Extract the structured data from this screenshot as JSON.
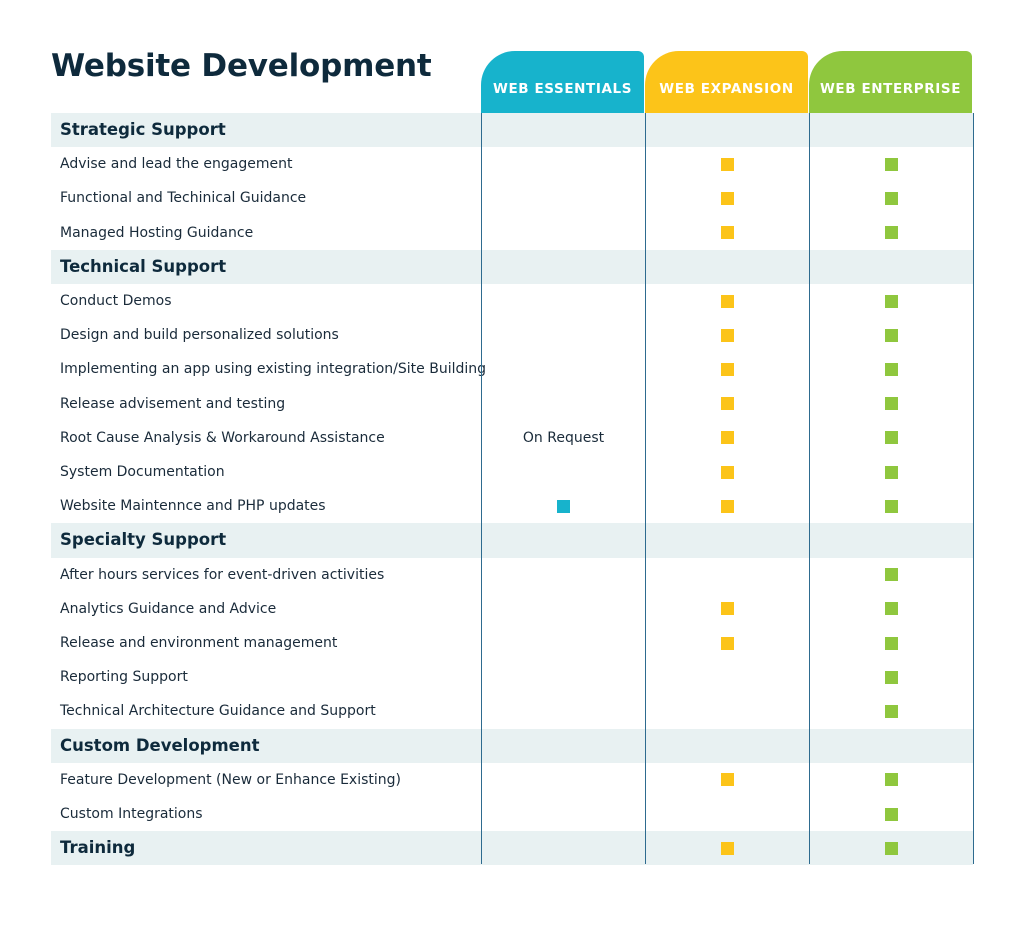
{
  "title": "Website Development",
  "colors": {
    "essentials": "#17b3cc",
    "expansion": "#fcc419",
    "enterprise": "#8fc73e",
    "section_background": "#e8f1f2"
  },
  "plans": [
    {
      "key": "essentials",
      "label": "WEB ESSENTIALS"
    },
    {
      "key": "expansion",
      "label": "WEB EXPANSION"
    },
    {
      "key": "enterprise",
      "label": "WEB ENTERPRISE"
    }
  ],
  "rows": [
    {
      "type": "section",
      "label": "Strategic Support",
      "cells": [
        null,
        null,
        null
      ]
    },
    {
      "type": "item",
      "label": "Advise and lead the engagement",
      "cells": [
        null,
        "check",
        "check"
      ]
    },
    {
      "type": "item",
      "label": "Functional and Techinical Guidance",
      "cells": [
        null,
        "check",
        "check"
      ]
    },
    {
      "type": "item",
      "label": "Managed Hosting Guidance",
      "cells": [
        null,
        "check",
        "check"
      ]
    },
    {
      "type": "section",
      "label": "Technical Support",
      "cells": [
        null,
        null,
        null
      ]
    },
    {
      "type": "item",
      "label": "Conduct Demos",
      "cells": [
        null,
        "check",
        "check"
      ]
    },
    {
      "type": "item",
      "label": "Design and build personalized solutions",
      "cells": [
        null,
        "check",
        "check"
      ]
    },
    {
      "type": "item",
      "label": "Implementing an app using existing integration/Site Building",
      "cells": [
        null,
        "check",
        "check"
      ]
    },
    {
      "type": "item",
      "label": "Release advisement and testing",
      "cells": [
        null,
        "check",
        "check"
      ]
    },
    {
      "type": "item",
      "label": "Root Cause Analysis & Workaround Assistance",
      "cells": [
        "On Request",
        "check",
        "check"
      ]
    },
    {
      "type": "item",
      "label": "System Documentation",
      "cells": [
        null,
        "check",
        "check"
      ]
    },
    {
      "type": "item",
      "label": "Website Maintennce and PHP updates",
      "cells": [
        "check",
        "check",
        "check"
      ]
    },
    {
      "type": "section",
      "label": "Specialty Support",
      "cells": [
        null,
        null,
        null
      ]
    },
    {
      "type": "item",
      "label": "After hours services for event-driven activities",
      "cells": [
        null,
        null,
        "check"
      ]
    },
    {
      "type": "item",
      "label": "Analytics Guidance and Advice",
      "cells": [
        null,
        "check",
        "check"
      ]
    },
    {
      "type": "item",
      "label": "Release and environment management",
      "cells": [
        null,
        "check",
        "check"
      ]
    },
    {
      "type": "item",
      "label": "Reporting Support",
      "cells": [
        null,
        null,
        "check"
      ]
    },
    {
      "type": "item",
      "label": "Technical Architecture Guidance and Support",
      "cells": [
        null,
        null,
        "check"
      ]
    },
    {
      "type": "section",
      "label": "Custom Development",
      "cells": [
        null,
        null,
        null
      ]
    },
    {
      "type": "item",
      "label": "Feature Development (New or Enhance Existing)",
      "cells": [
        null,
        "check",
        "check"
      ]
    },
    {
      "type": "item",
      "label": "Custom Integrations",
      "cells": [
        null,
        null,
        "check"
      ]
    },
    {
      "type": "section",
      "label": "Training",
      "cells": [
        null,
        "check",
        "check"
      ]
    }
  ]
}
